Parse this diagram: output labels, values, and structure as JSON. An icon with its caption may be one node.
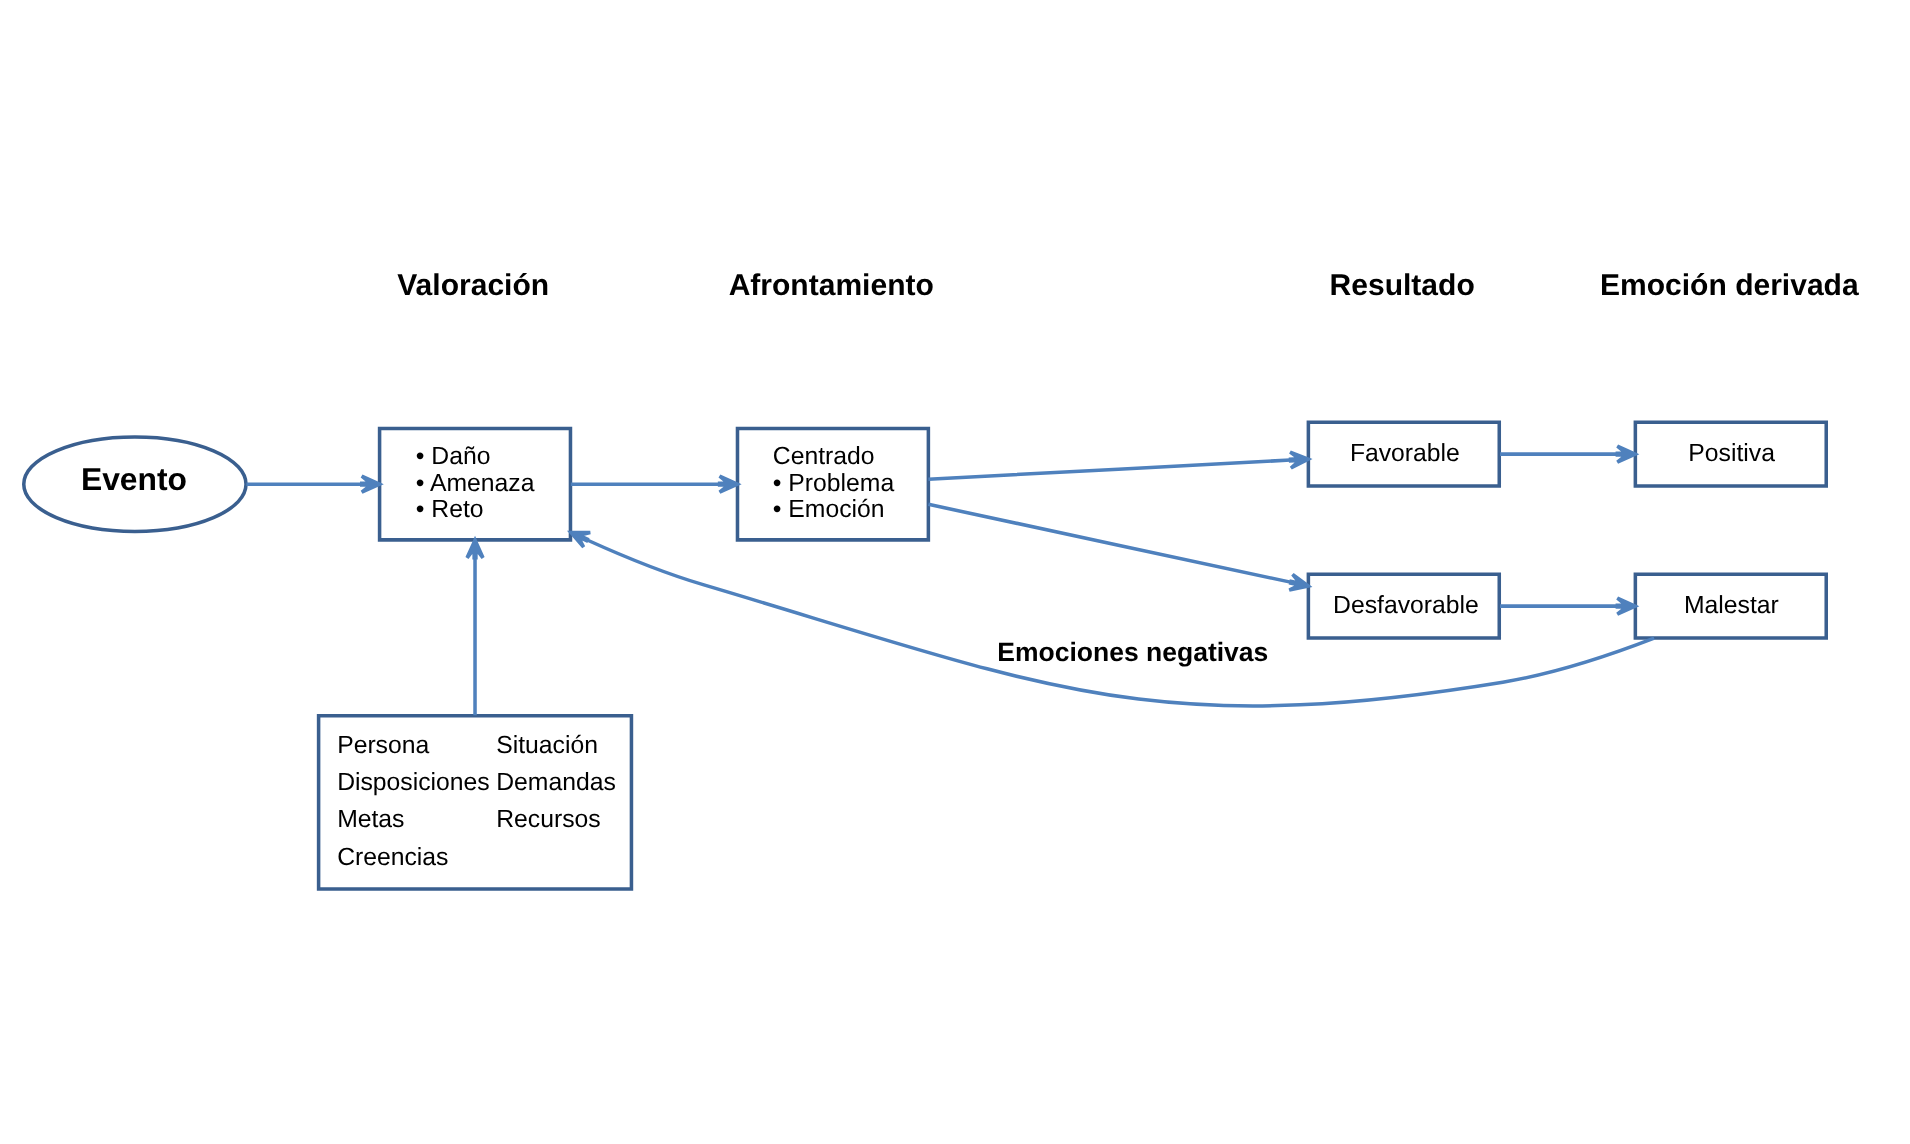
{
  "diagram": {
    "nodes": [
      {
        "text": [
          "Evento"
        ]
      },
      {
        "text": [
          "• Daño",
          "• Amenaza",
          "• Reto"
        ]
      },
      {
        "text": [
          "Centrado",
          "• Problema",
          "• Emoción"
        ]
      },
      {
        "text": [
          "Favorable"
        ]
      },
      {
        "text": [
          "Desfavorable"
        ]
      },
      {
        "text": [
          "Positiva"
        ]
      },
      {
        "text": [
          "Malestar"
        ]
      },
      {
        "text": [
          "Persona",
          "Situación",
          "Disposiciones",
          "Demandas",
          "Metas",
          "Recursos",
          "Creencias"
        ]
      }
    ],
    "edges": [
      {
        "from": 0,
        "to": 1,
        "arrow": "to"
      },
      {
        "from": 1,
        "to": 2,
        "arrow": "to"
      },
      {
        "from": 2,
        "to": 3,
        "arrow": "to"
      },
      {
        "from": 2,
        "to": 4,
        "arrow": "to"
      },
      {
        "from": 3,
        "to": 5,
        "arrow": "to"
      },
      {
        "from": 4,
        "to": 6,
        "arrow": "to"
      },
      {
        "from": 7,
        "to": 1,
        "arrow": "to"
      },
      {
        "from": 6,
        "to": 1,
        "arrow": "to",
        "label": "Emociones negativas"
      }
    ],
    "labels": [
      "Valoración",
      "Afrontamiento",
      "Resultado",
      "Emoción derivada"
    ]
  }
}
